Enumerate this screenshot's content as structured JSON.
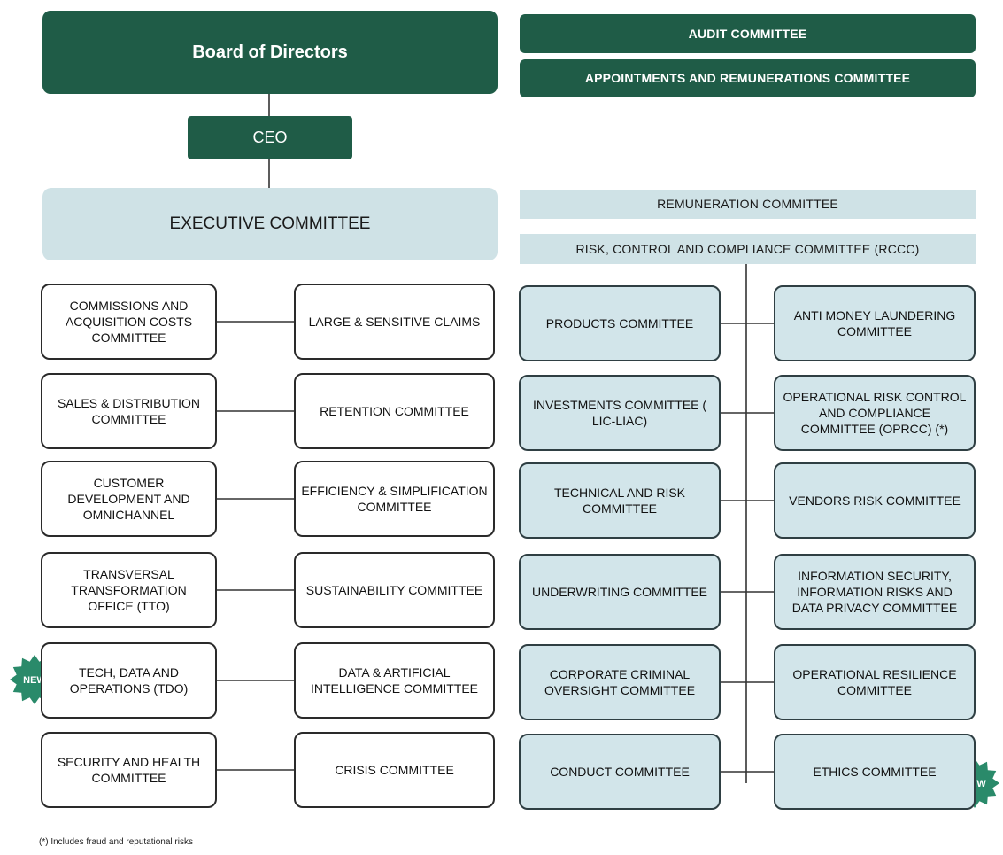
{
  "board": "Board of Directors",
  "ceo": "CEO",
  "executive_committee": "EXECUTIVE COMMITTEE",
  "audit_committee": "AUDIT COMMITTEE",
  "appointments_committee": "APPOINTMENTS AND REMUNERATIONS COMMITTEE",
  "remuneration_committee": "REMUNERATION COMMITTEE",
  "rccc": "RISK, CONTROL AND COMPLIANCE COMMITTEE (RCCC)",
  "executive_left": [
    "COMMISSIONS AND ACQUISITION COSTS COMMITTEE",
    "SALES & DISTRIBUTION COMMITTEE",
    "CUSTOMER DEVELOPMENT AND OMNICHANNEL",
    "TRANSVERSAL TRANSFORMATION OFFICE (TTO)",
    "TECH, DATA AND OPERATIONS (TDO)",
    "SECURITY AND HEALTH COMMITTEE"
  ],
  "executive_right": [
    "LARGE & SENSITIVE CLAIMS",
    "RETENTION COMMITTEE",
    "EFFICIENCY & SIMPLIFICATION COMMITTEE",
    "SUSTAINABILITY COMMITTEE",
    "DATA & ARTIFICIAL INTELLIGENCE COMMITTEE",
    "CRISIS COMMITTEE"
  ],
  "rccc_left": [
    "PRODUCTS COMMITTEE",
    "INVESTMENTS COMMITTEE ( LIC-LIAC)",
    "TECHNICAL AND RISK COMMITTEE",
    "UNDERWRITING COMMITTEE",
    "CORPORATE CRIMINAL OVERSIGHT COMMITTEE",
    "CONDUCT COMMITTEE"
  ],
  "rccc_right": [
    "ANTI MONEY LAUNDERING COMMITTEE",
    "OPERATIONAL RISK CONTROL AND COMPLIANCE COMMITTEE (OPRCC) (*)",
    "VENDORS RISK COMMITTEE",
    "INFORMATION SECURITY, INFORMATION RISKS AND DATA PRIVACY COMMITTEE",
    "OPERATIONAL RESILIENCE COMMITTEE",
    "ETHICS COMMITTEE"
  ],
  "new_badge": "NEW",
  "footnote": "(*) Includes fraud and reputational risks",
  "colors": {
    "dark_green": "#1f5c47",
    "light_blue": "#cfe2e6",
    "teal_box": "#d2e5ea",
    "badge_green": "#2a8a6a"
  }
}
